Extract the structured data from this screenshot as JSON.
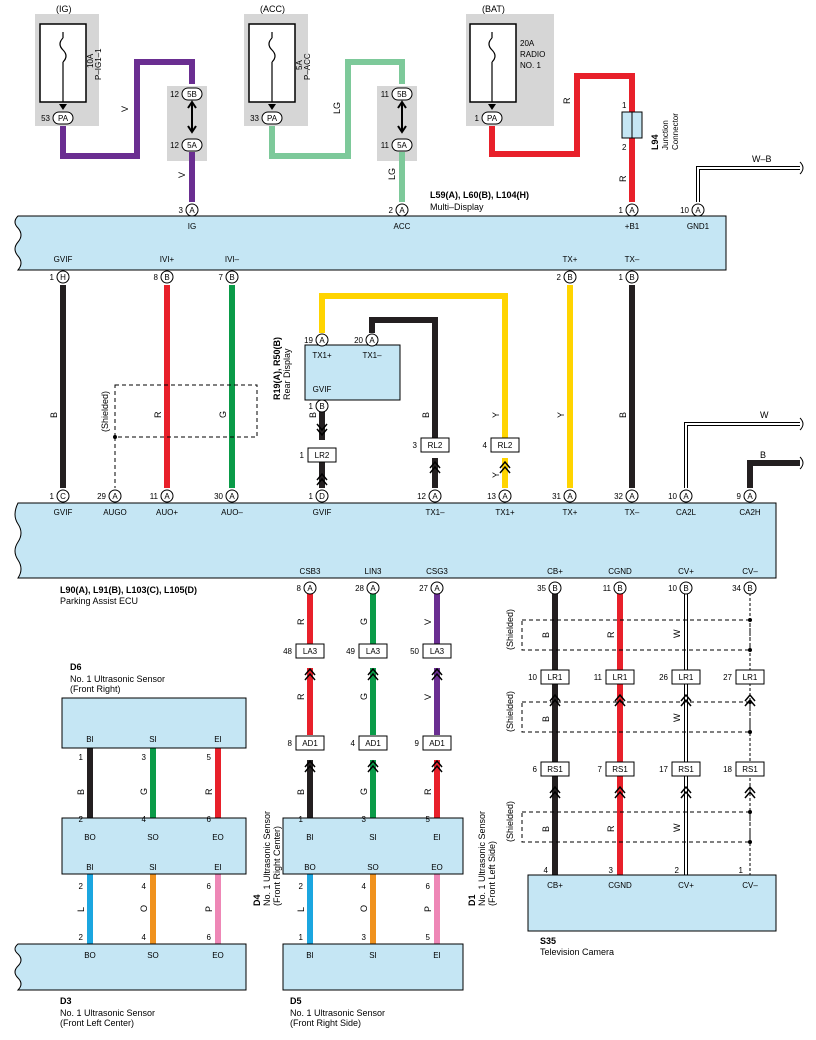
{
  "fuses": {
    "ig": {
      "circuit": "(IG)",
      "rating": "10A",
      "name": "P–IG1–1",
      "pin": "53",
      "conn": "PA"
    },
    "acc": {
      "circuit": "(ACC)",
      "rating": "5A",
      "name": "P–ACC",
      "pin": "33",
      "conn": "PA"
    },
    "bat": {
      "circuit": "(BAT)",
      "rating": "20A",
      "name1": "RADIO",
      "name2": "NO. 1",
      "pin": "1",
      "conn": "PA"
    }
  },
  "joints": {
    "ig_top": {
      "pin": "12",
      "conn": "5B"
    },
    "ig_bot": {
      "pin": "12",
      "conn": "5A"
    },
    "acc_top": {
      "pin": "11",
      "conn": "5B"
    },
    "acc_bot": {
      "pin": "11",
      "conn": "5A"
    }
  },
  "junction": {
    "id": "L94",
    "name1": "Junction",
    "name2": "Connector",
    "pin_top": "1",
    "pin_bot": "2"
  },
  "wires": {
    "v": "V",
    "lg": "LG",
    "r": "R",
    "b": "B",
    "g": "G",
    "y": "Y",
    "w": "W",
    "wb": "W–B",
    "l": "L",
    "o": "O",
    "p": "P",
    "shielded": "(Shielded)"
  },
  "multi_display": {
    "id": "L59(A), L60(B), L104(H)",
    "name": "Multi–Display",
    "top_pins": [
      {
        "num": "3",
        "c": "A",
        "label": "IG"
      },
      {
        "num": "2",
        "c": "A",
        "label": "ACC"
      },
      {
        "num": "1",
        "c": "A",
        "label": "+B1"
      },
      {
        "num": "10",
        "c": "A",
        "label": "GND1"
      }
    ],
    "bottom_pins": [
      {
        "num": "1",
        "c": "H",
        "label": "GVIF"
      },
      {
        "num": "8",
        "c": "B",
        "label": "IVI+"
      },
      {
        "num": "7",
        "c": "B",
        "label": "IVI–"
      },
      {
        "num": "2",
        "c": "B",
        "label": "TX+"
      },
      {
        "num": "1",
        "c": "B",
        "label": "TX–"
      }
    ]
  },
  "rear_display": {
    "id": "R19(A), R50(B)",
    "name": "Rear Display",
    "pins": [
      {
        "num": "19",
        "c": "A",
        "label": "TX1+"
      },
      {
        "num": "20",
        "c": "A",
        "label": "TX1–"
      },
      {
        "num": "1",
        "c": "B",
        "label": "GVIF"
      }
    ]
  },
  "inline": {
    "lr2": {
      "pin": "1",
      "name": "LR2"
    },
    "rl2a": {
      "pin": "3",
      "name": "RL2"
    },
    "rl2b": {
      "pin": "4",
      "name": "RL2"
    }
  },
  "ecu": {
    "id": "L90(A), L91(B), L103(C), L105(D)",
    "name": "Parking Assist ECU",
    "top_pins": [
      {
        "num": "1",
        "c": "C",
        "label": "GVIF"
      },
      {
        "num": "29",
        "c": "A",
        "label": "AUGO"
      },
      {
        "num": "11",
        "c": "A",
        "label": "AUO+"
      },
      {
        "num": "30",
        "c": "A",
        "label": "AUO–"
      },
      {
        "num": "1",
        "c": "D",
        "label": "GVIF"
      },
      {
        "num": "12",
        "c": "A",
        "label": "TX1–"
      },
      {
        "num": "13",
        "c": "A",
        "label": "TX1+"
      },
      {
        "num": "31",
        "c": "A",
        "label": "TX+"
      },
      {
        "num": "32",
        "c": "A",
        "label": "TX–"
      },
      {
        "num": "10",
        "c": "A",
        "label": "CA2L"
      },
      {
        "num": "9",
        "c": "A",
        "label": "CA2H"
      }
    ],
    "bottom_pins": [
      {
        "num": "8",
        "c": "A",
        "label": "CSB3"
      },
      {
        "num": "28",
        "c": "A",
        "label": "LIN3"
      },
      {
        "num": "27",
        "c": "A",
        "label": "CSG3"
      },
      {
        "num": "35",
        "c": "B",
        "label": "CB+"
      },
      {
        "num": "11",
        "c": "B",
        "label": "CGND"
      },
      {
        "num": "10",
        "c": "B",
        "label": "CV+"
      },
      {
        "num": "34",
        "c": "B",
        "label": "CV–"
      }
    ]
  },
  "inline2": {
    "la3": [
      {
        "pin": "48",
        "name": "LA3"
      },
      {
        "pin": "49",
        "name": "LA3"
      },
      {
        "pin": "50",
        "name": "LA3"
      }
    ],
    "ad1": [
      {
        "pin": "8",
        "name": "AD1"
      },
      {
        "pin": "4",
        "name": "AD1"
      },
      {
        "pin": "9",
        "name": "AD1"
      }
    ],
    "lr1": [
      {
        "pin": "10",
        "name": "LR1"
      },
      {
        "pin": "11",
        "name": "LR1"
      },
      {
        "pin": "26",
        "name": "LR1"
      },
      {
        "pin": "27",
        "name": "LR1"
      }
    ],
    "rs1": [
      {
        "pin": "6",
        "name": "RS1"
      },
      {
        "pin": "7",
        "name": "RS1"
      },
      {
        "pin": "17",
        "name": "RS1"
      },
      {
        "pin": "18",
        "name": "RS1"
      }
    ]
  },
  "sensors": {
    "d6": {
      "id": "D6",
      "name1": "No. 1 Ultrasonic Sensor",
      "name2": "(Front Right)",
      "pins": [
        "BI",
        "SI",
        "EI"
      ]
    },
    "d3": {
      "id": "D3",
      "name1": "No. 1 Ultrasonic Sensor",
      "name2": "(Front Left Center)",
      "pins": [
        "BO",
        "SO",
        "EO"
      ]
    },
    "d4": {
      "id": "D4",
      "name1": "No. 1 Ultrasonic Sensor",
      "name2": "(Front Right Center)"
    },
    "d5": {
      "id": "D5",
      "name1": "No. 1 Ultrasonic Sensor",
      "name2": "(Front Right Side)"
    },
    "d1": {
      "id": "D1",
      "name1": "No. 1 Ultrasonic Sensor",
      "name2": "(Front Left Side)"
    },
    "mid_pins_in": [
      "BI",
      "SI",
      "EI"
    ],
    "mid_pins_out": [
      "BO",
      "SO",
      "EO"
    ]
  },
  "camera": {
    "id": "S35",
    "name": "Television Camera",
    "pins": [
      {
        "num": "4",
        "label": "CB+"
      },
      {
        "num": "3",
        "label": "CGND"
      },
      {
        "num": "2",
        "label": "CV+"
      },
      {
        "num": "1",
        "label": "CV–"
      }
    ]
  },
  "pin_nums": {
    "d6": [
      "1",
      "3",
      "5"
    ],
    "d6o": [
      "2",
      "4",
      "6"
    ],
    "d3": [
      "2",
      "4",
      "6"
    ],
    "d4i": [
      "1",
      "3",
      "5"
    ],
    "d4o": [
      "2",
      "4",
      "6"
    ],
    "d5": [
      "1",
      "3",
      "5"
    ]
  },
  "colors": {
    "violet": "#6a2e91",
    "lightgreen": "#7dc99a",
    "red": "#e8202a",
    "black": "#231f20",
    "green": "#0a9b48",
    "yellow": "#ffd400",
    "blue": "#1ba6e0",
    "orange": "#f0921e",
    "pink": "#ee87b6",
    "box": "#c5e6f4",
    "fusebg": "#d6d6d6"
  }
}
